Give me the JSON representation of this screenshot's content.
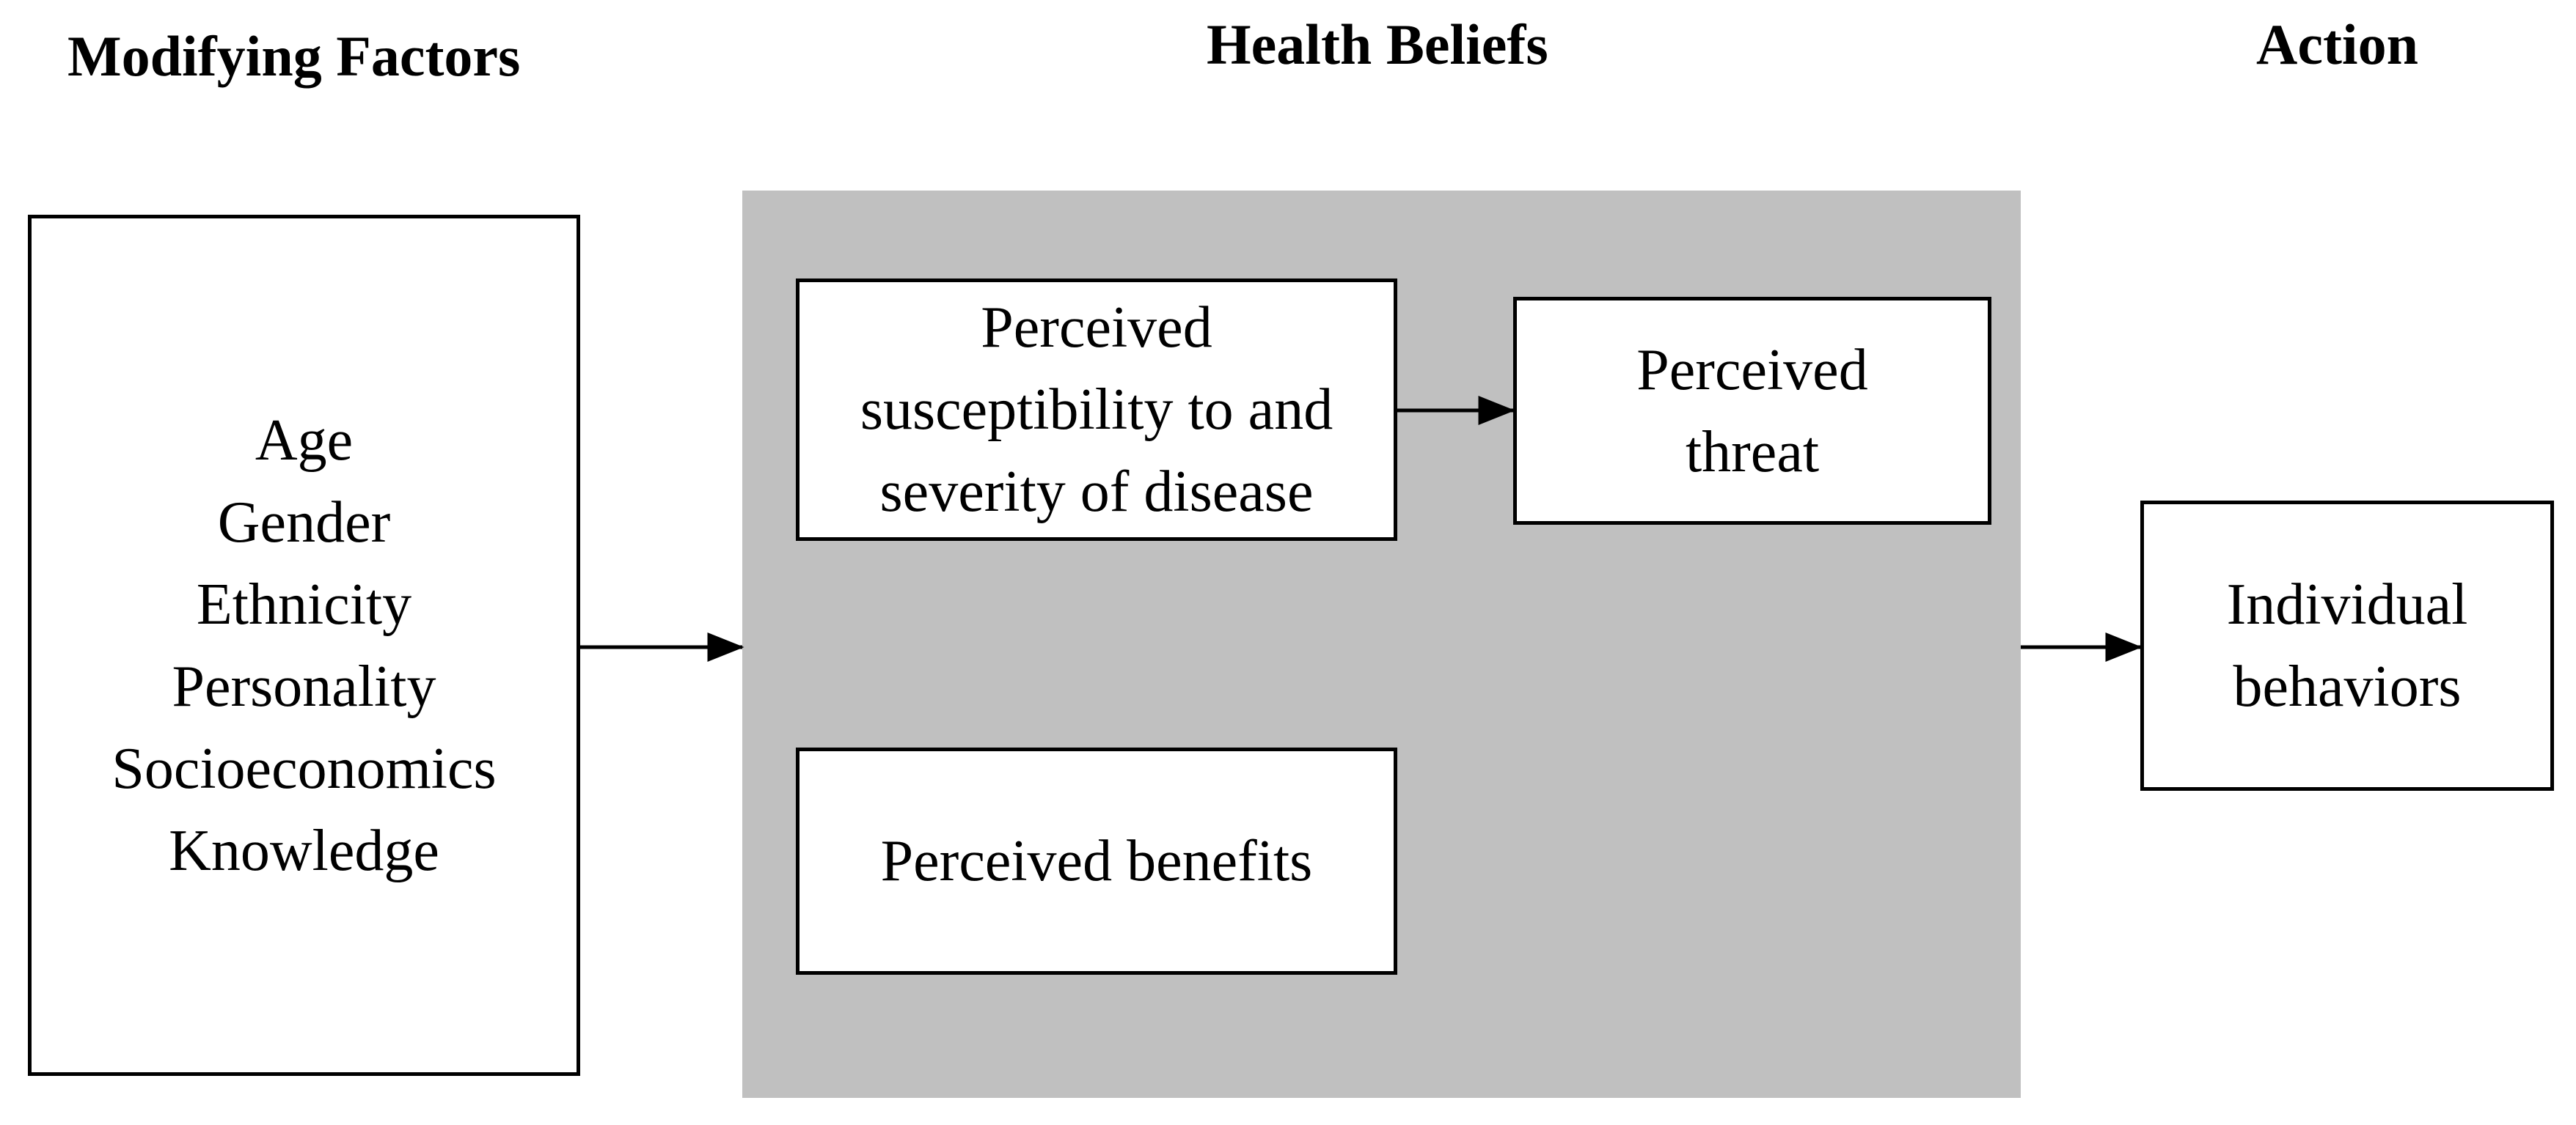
{
  "headings": {
    "modifying": "Modifying Factors",
    "beliefs": "Health Beliefs",
    "action": "Action"
  },
  "modifying_factors": {
    "items": [
      "Age",
      "Gender",
      "Ethnicity",
      "Personality",
      "Socioeconomics",
      "Knowledge"
    ]
  },
  "health_beliefs": {
    "susceptibility": [
      "Perceived",
      "susceptibility to and",
      "severity of disease"
    ],
    "threat": [
      "Perceived",
      "threat"
    ],
    "benefits": [
      "Perceived benefits"
    ]
  },
  "action": {
    "lines": [
      "Individual",
      "behaviors"
    ]
  },
  "colors": {
    "panel": "#c0c0c0",
    "stroke": "#000000",
    "box": "#ffffff"
  }
}
